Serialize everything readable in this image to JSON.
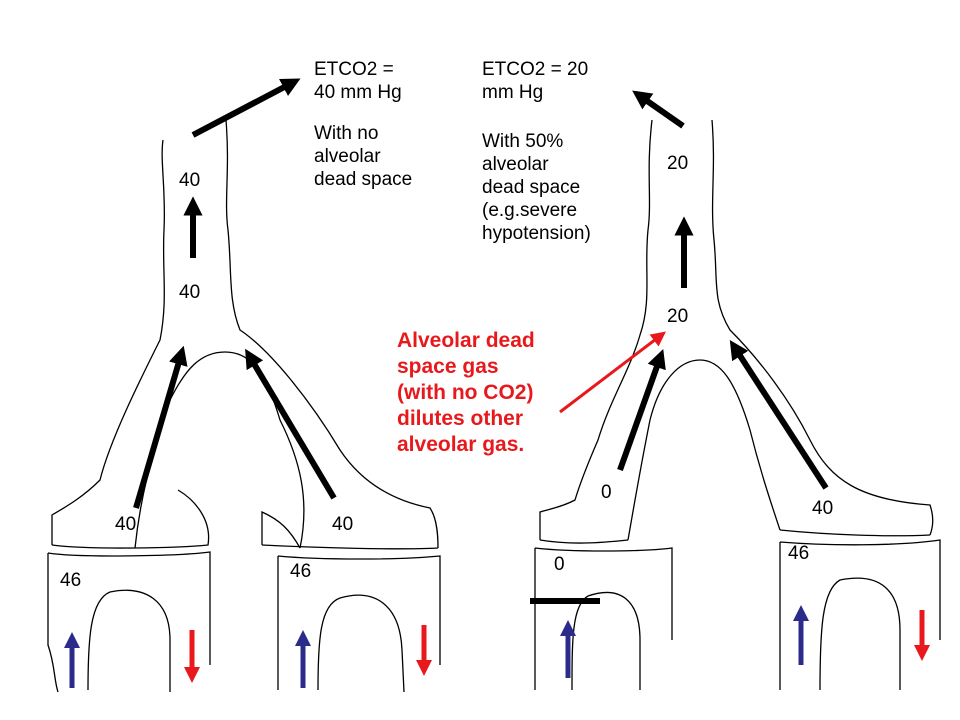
{
  "left": {
    "caption_line1": "ETCO2 =\n40 mm Hg",
    "caption_line2": "With no\nalveolar\ndead space",
    "trachea_top": "40",
    "trachea_bottom": "40",
    "alveolus_left": "40",
    "alveolus_right": "40",
    "capillary_left": "46",
    "capillary_right": "46"
  },
  "right": {
    "caption_line1": "ETCO2 = 20\nmm Hg",
    "caption_line2": "With 50%\nalveolar\ndead space\n(e.g.severe\nhypotension)",
    "trachea_top": "20",
    "trachea_bottom": "20",
    "alveolus_left": "0",
    "alveolus_right": "40",
    "capillary_left": "0",
    "capillary_right": "46"
  },
  "note": "Alveolar dead\nspace gas\n(with no CO2)\ndilutes other\nalveolar gas.",
  "colors": {
    "outline": "#000000",
    "gas_arrow": "#000000",
    "venous_arrow": "#2b2b8c",
    "arterial_arrow": "#e8191c",
    "note": "#e8191c"
  },
  "icons": [
    "arrow-up-icon",
    "arrow-down-icon",
    "blocked-flow-bar-icon"
  ]
}
